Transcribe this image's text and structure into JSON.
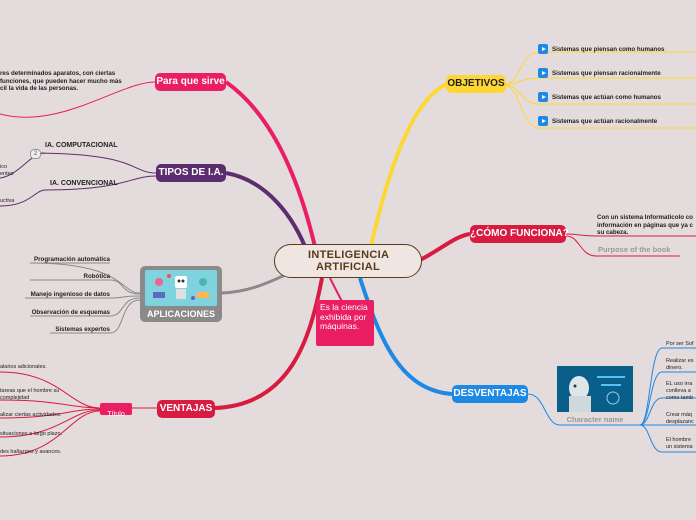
{
  "center": {
    "title": "INTELIGENCIA ARTIFICIAL"
  },
  "definition": {
    "text": "Es la ciencia exhibida por máquinas."
  },
  "para_que_sirve": {
    "label": "Para que sirve",
    "text": "res determinados aparatos, con ciertas funciones, que pueden hacer  mucho más cil la vida de las personas."
  },
  "tipos": {
    "label": "TIPOS DE I.A.",
    "computacional": "IA. COMPUTACIONAL",
    "badge": "2",
    "convencional": "IA. CONVENCIONAL",
    "fragment_1": "ico",
    "fragment_2": "entes",
    "fragment_3": "uctiva"
  },
  "aplicaciones": {
    "label": "APLICACIONES",
    "items": [
      "Programación automática",
      "Robótica",
      "Manejo ingenioso de datos",
      "Observación de esquemas",
      "Sistemas expertos"
    ]
  },
  "ventajas": {
    "label": "VENTAJAS",
    "sub_label": "Título",
    "items": [
      "alarios adicionales.",
      "tareas que el hombre su complejidad",
      "alizar ciertas actividades.",
      "situaciones a largo plazo.",
      "des hallazgos y avances."
    ]
  },
  "objetivos": {
    "label": "OBJETIVOS",
    "items": [
      "Sistemas que piensan como humanos",
      "Sistemas que piensan racionalmente",
      "Sistemas que actúan como humanos",
      "Sistemas que actúan racionalmente"
    ]
  },
  "como_funciona": {
    "label": "¿CÓMO FUNCIONA?",
    "text": "Con un sistema Informaticolo co información en páginas que ya c su cabeza.",
    "purpose": "Purpose of the book"
  },
  "desventajas": {
    "label": "DESVENTAJAS",
    "image_caption": "Character name",
    "items": [
      "Por ser Sof",
      "Realizar es dinero.",
      "EL uso irra conlleva a como tamb",
      "Crear máq desplazanc",
      "El hombre un sistema"
    ]
  },
  "colors": {
    "background": "#e4dcdc",
    "pink": "#e91e63",
    "purple": "#5c2d6e",
    "gray": "#8a8a8a",
    "red": "#d81b40",
    "yellow": "#fdd835",
    "blue": "#1e88e5",
    "brown": "#5a3a1c"
  }
}
